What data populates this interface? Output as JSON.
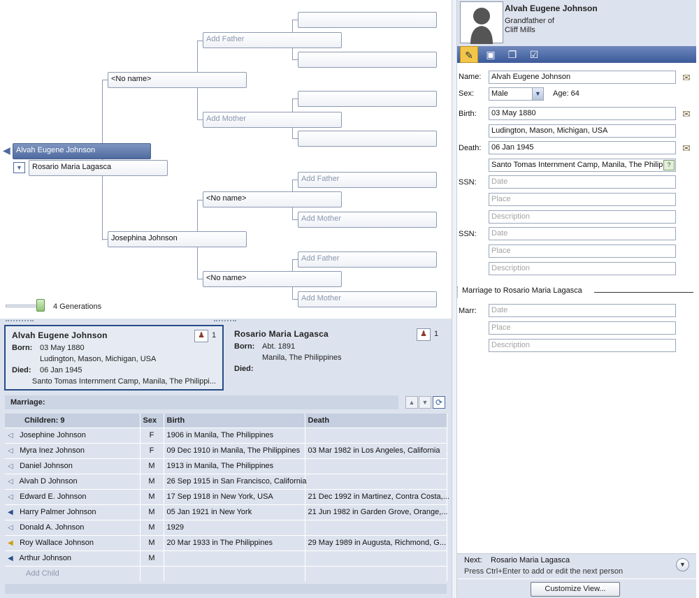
{
  "tree": {
    "root": "Alvah Eugene Johnson",
    "spouse": "Rosario Maria Lagasca",
    "father": "<No name>",
    "mother": "Josephina Johnson",
    "ff": "Add Father",
    "fm": "Add Mother",
    "mf": "<No name>",
    "mm": "<No name>",
    "mff": "Add Father",
    "mfm": "Add Mother",
    "mmf": "Add Father",
    "mmm": "Add Mother",
    "generations": "4 Generations"
  },
  "cards": {
    "left": {
      "name": "Alvah Eugene Johnson",
      "born_label": "Born:",
      "born_date": "03 May 1880",
      "born_place": "Ludington, Mason, Michigan, USA",
      "died_label": "Died:",
      "died_date": "06 Jan 1945",
      "died_place": "Santo Tomas Internment Camp, Manila, The Philippi...",
      "count": "1"
    },
    "right": {
      "name": "Rosario Maria Lagasca",
      "born_label": "Born:",
      "born_date": "Abt. 1891",
      "born_place": "Manila, The Philippines",
      "died_label": "Died:",
      "count": "1"
    }
  },
  "marriage_label": "Marriage:",
  "children": {
    "headers": [
      "Children: 9",
      "Sex",
      "Birth",
      "Death"
    ],
    "rows": [
      {
        "name": "Josephine Johnson",
        "sex": "F",
        "birth": "1906 in Manila, The Philippines",
        "death": ""
      },
      {
        "name": "Myra Inez Johnson",
        "sex": "F",
        "birth": "09 Dec 1910 in Manila, The Philippines",
        "death": "03 Mar 1982 in Los Angeles, California"
      },
      {
        "name": "Daniel Johnson",
        "sex": "M",
        "birth": "1913 in Manila, The Philippines",
        "death": ""
      },
      {
        "name": "Alvah D Johnson",
        "sex": "M",
        "birth": "26 Sep 1915 in San Francisco, California",
        "death": ""
      },
      {
        "name": "Edward E. Johnson",
        "sex": "M",
        "birth": "17 Sep 1918 in New York, USA",
        "death": "21 Dec 1992 in Martinez, Contra Costa,..."
      },
      {
        "name": "Harry Palmer Johnson",
        "sex": "M",
        "birth": "05 Jan 1921 in New York",
        "death": "21 Jun 1982 in Garden Grove, Orange,..."
      },
      {
        "name": "Donald A. Johnson",
        "sex": "M",
        "birth": "1929",
        "death": ""
      },
      {
        "name": "Roy Wallace Johnson",
        "sex": "M",
        "birth": "20 Mar 1933 in The Philippines",
        "death": "29 May 1989 in Augusta, Richmond, G..."
      },
      {
        "name": "Arthur Johnson",
        "sex": "M",
        "birth": "",
        "death": ""
      }
    ],
    "add_child": "Add Child"
  },
  "editor": {
    "name": "Alvah Eugene Johnson",
    "relation1": "Grandfather of",
    "relation2": "Cliff Mills",
    "labels": {
      "name": "Name:",
      "sex": "Sex:",
      "birth": "Birth:",
      "death": "Death:",
      "ssn1": "SSN:",
      "ssn2": "SSN:",
      "marr": "Marr:"
    },
    "fields": {
      "name": "Alvah Eugene Johnson",
      "sex": "Male",
      "age": "Age: 64",
      "birth_date": "03 May 1880",
      "birth_place": "Ludington, Mason, Michigan, USA",
      "death_date": "06 Jan 1945",
      "death_place": "Santo Tomas Internment Camp, Manila, The Philipp"
    },
    "placeholders": {
      "date": "Date",
      "place": "Place",
      "description": "Description"
    },
    "marriage_heading": "Marriage to Rosario Maria Lagasca",
    "next_label": "Next:",
    "next_name": "Rosario Maria Lagasca",
    "next_hint": "Press Ctrl+Enter to add or edit the next person",
    "customize": "Customize View..."
  }
}
